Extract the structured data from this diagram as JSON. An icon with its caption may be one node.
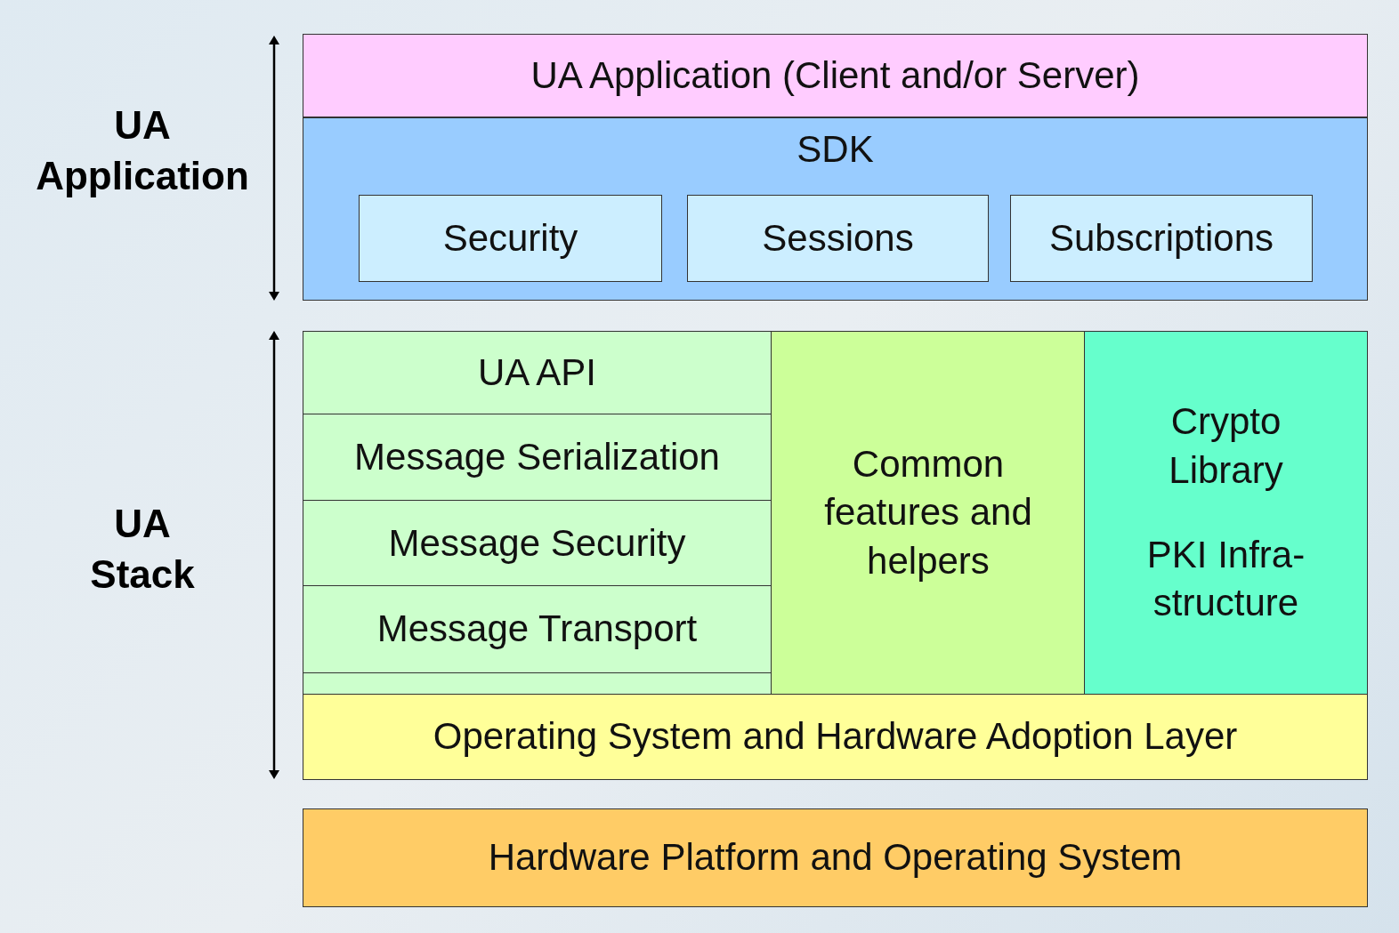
{
  "diagram": {
    "nodes": [
      {
        "text": [
          "UA Application (Client and/or Server)"
        ]
      },
      {
        "text": [
          "SDK"
        ]
      },
      {
        "text": [
          "Security"
        ],
        "in": 1
      },
      {
        "text": [
          "Sessions"
        ],
        "in": 1
      },
      {
        "text": [
          "Subscriptions"
        ],
        "in": 1
      },
      {
        "text": [],
        "shape": "box"
      },
      {
        "text": [
          "UA API"
        ],
        "in": 5
      },
      {
        "text": [
          "Message Serialization"
        ],
        "in": 5
      },
      {
        "text": [
          "Message Security"
        ],
        "in": 5
      },
      {
        "text": [
          "Message Transport"
        ],
        "in": 5
      },
      {
        "text": [
          "Common features and helpers"
        ]
      },
      {
        "text": [
          "Crypto Library",
          "PKI Infra-structure"
        ]
      },
      {
        "text": [
          "Operating System and Hardware Adoption Layer"
        ]
      },
      {
        "text": [
          "Hardware Platform and Operating System"
        ]
      }
    ],
    "labels": [
      "UA Application",
      "UA Stack"
    ]
  }
}
